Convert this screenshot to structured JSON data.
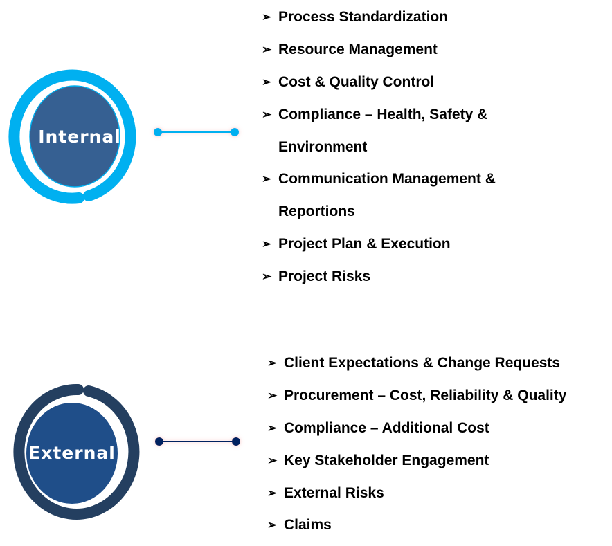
{
  "internal": {
    "label": "Internal",
    "colors": {
      "ring": "#00B0F0",
      "disc": "#366092",
      "connector": "#00B0F0"
    },
    "items": [
      {
        "text": "Process Standardization"
      },
      {
        "text": "Resource Management"
      },
      {
        "text": "Cost & Quality Control"
      },
      {
        "text": "Compliance – Health, Safety &",
        "cont": "Environment"
      },
      {
        "text": "Communication Management &",
        "cont": "Reportions"
      },
      {
        "text": "Project Plan & Execution"
      },
      {
        "text": "Project Risks"
      }
    ]
  },
  "external": {
    "label": "External",
    "colors": {
      "ring": "#243F60",
      "disc": "#1F4E89",
      "connector": "#002060"
    },
    "items": [
      {
        "text": "Client Expectations & Change Requests"
      },
      {
        "text": "Procurement – Cost, Reliability & Quality"
      },
      {
        "text": "Compliance – Additional Cost"
      },
      {
        "text": "Key Stakeholder Engagement"
      },
      {
        "text": "External Risks"
      },
      {
        "text": "Claims"
      }
    ]
  },
  "bullet_icon": "arrow-bullet-icon",
  "bullet_glyph": "➢"
}
